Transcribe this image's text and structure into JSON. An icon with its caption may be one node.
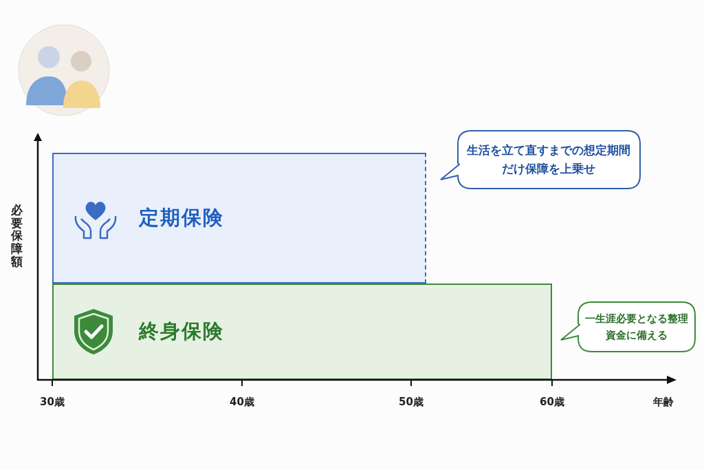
{
  "diagram": {
    "nodes": [
      {
        "text": [
          "定期保険"
        ]
      },
      {
        "text": [
          "終身保険"
        ]
      },
      {
        "text": [
          "生活を立て直すまでの想定期間だけ保障を上乗せ"
        ]
      },
      {
        "text": [
          "一生涯必要となる整理資金に備える"
        ]
      }
    ],
    "labels": [
      "必要保障額",
      "30歳",
      "40歳",
      "50歳",
      "60歳",
      "年齢"
    ]
  }
}
